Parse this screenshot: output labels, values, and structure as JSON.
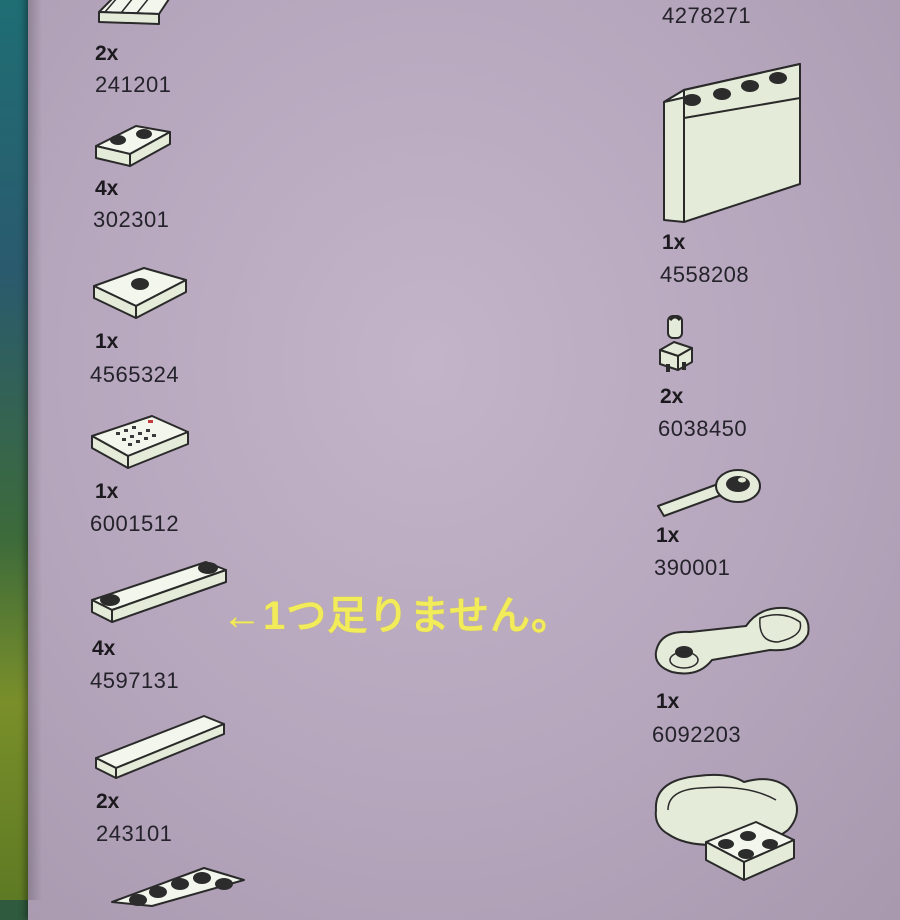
{
  "note": "←1つ足りません。",
  "parts": [
    {
      "id": "p1",
      "qty": "2x",
      "number": "241201",
      "icon": "plate-icon"
    },
    {
      "id": "p2",
      "qty": "4x",
      "number": "302301",
      "icon": "plate-1x2-icon"
    },
    {
      "id": "p3",
      "qty": "1x",
      "number": "4565324",
      "icon": "jumper-plate-icon"
    },
    {
      "id": "p4",
      "qty": "1x",
      "number": "6001512",
      "icon": "printed-tile-icon"
    },
    {
      "id": "p5",
      "qty": "4x",
      "number": "4597131",
      "icon": "plate-1x4-icon"
    },
    {
      "id": "p6",
      "qty": "2x",
      "number": "243101",
      "icon": "tile-1x4-icon"
    },
    {
      "id": "p7",
      "qty": "",
      "number": "4278271",
      "icon": "part-icon"
    },
    {
      "id": "p8",
      "qty": "1x",
      "number": "4558208",
      "icon": "panel-1x4x3-icon"
    },
    {
      "id": "p9",
      "qty": "2x",
      "number": "6038450",
      "icon": "clip-icon"
    },
    {
      "id": "p10",
      "qty": "1x",
      "number": "390001",
      "icon": "mirror-icon"
    },
    {
      "id": "p11",
      "qty": "1x",
      "number": "6092203",
      "icon": "shell-lid-icon"
    },
    {
      "id": "p12",
      "qty": "",
      "number": "",
      "icon": "shell-base-icon"
    },
    {
      "id": "p13",
      "qty": "",
      "number": "",
      "icon": "brick-2x4-icon"
    }
  ],
  "colors": {
    "paper": "#bcadc2",
    "note": "#f3ec5a",
    "part_fill": "#e4ebd9"
  }
}
